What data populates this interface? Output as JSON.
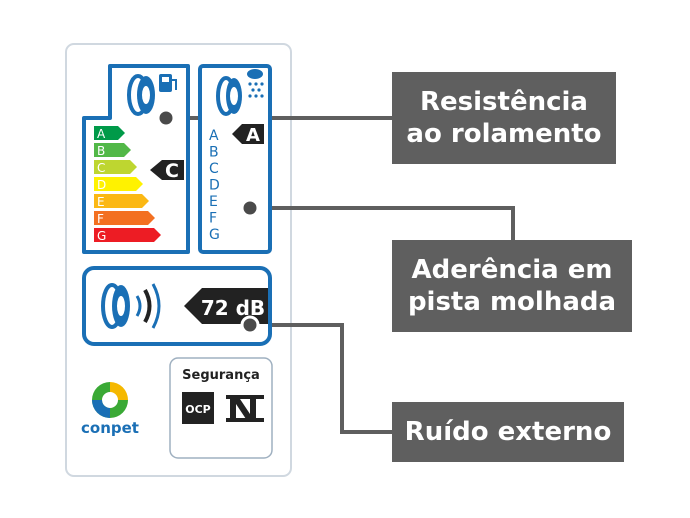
{
  "energy": {
    "classes": [
      "A",
      "B",
      "C",
      "D",
      "E",
      "F",
      "G"
    ],
    "rating": "C",
    "colors": [
      "#009a49",
      "#52b848",
      "#bed630",
      "#fff200",
      "#fbb814",
      "#f37021",
      "#ed1c24"
    ]
  },
  "wet_grip": {
    "classes": [
      "A",
      "B",
      "C",
      "D",
      "E",
      "F",
      "G"
    ],
    "rating": "A"
  },
  "noise": {
    "value": "72 dB"
  },
  "safety": {
    "title": "Segurança",
    "ocp": "OCP"
  },
  "brand": {
    "name": "conpet"
  },
  "callouts": {
    "rolling": [
      "Resistência",
      "ao rolamento"
    ],
    "wet": [
      "Aderência em",
      "pista molhada"
    ],
    "noise": "Ruído externo"
  },
  "colors": {
    "label_blue": "#1a6fb5",
    "text_blue": "#1a6fb5",
    "callout_bg": "#5f5f5f",
    "connector": "#5f5f5f"
  },
  "icons": [
    "tire-fuel-icon",
    "tire-rain-icon",
    "tire-noise-icon",
    "inmetro-icon",
    "conpet-logo-icon"
  ]
}
